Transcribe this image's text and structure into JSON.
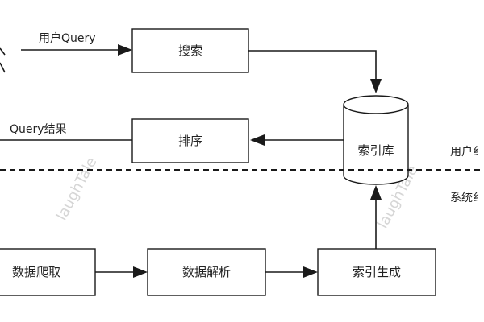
{
  "nodes": {
    "search": "搜索",
    "sort": "排序",
    "index_db": "索引库",
    "crawl": "数据爬取",
    "parse": "数据解析",
    "index_build": "索引生成"
  },
  "edges": {
    "user_query": "用户Query",
    "query_result": "Query结果"
  },
  "side_labels": {
    "user_side": "用户纟",
    "system_side": "系统纟"
  },
  "watermark": "laughTale",
  "colors": {
    "line": "#1a1a1a",
    "box_fill": "#ffffff",
    "watermark": "#d6d6d6"
  }
}
